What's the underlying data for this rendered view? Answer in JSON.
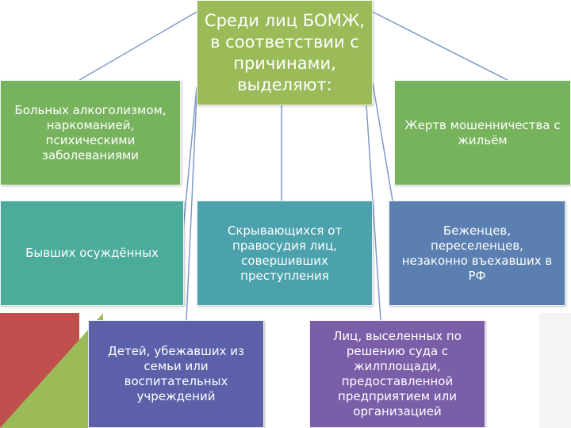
{
  "diagram": {
    "central": {
      "label": "Среди лиц БОМЖ,\nв соответствии с\nпричинами,\nвыделяют:"
    },
    "categories": [
      {
        "id": "alcohol",
        "label": "Больных алкоголизмом,\nнаркоманией,\nпсихическими\nзаболеваниями"
      },
      {
        "id": "fraud",
        "label": "Жертв мошенничества с\nжильём"
      },
      {
        "id": "convicts",
        "label": "Бывших осуждённых"
      },
      {
        "id": "hiding",
        "label": "Скрывающихся от\nправосудия лиц,\nсовершивших\nпреступления"
      },
      {
        "id": "refugees",
        "label": "Беженцев,\nпереселенцев,\nнезаконно въехавших в\nРФ"
      },
      {
        "id": "children",
        "label": "Детей, убежавших из\nсемьи или\nвоспитательных\nучреждений"
      },
      {
        "id": "evicted",
        "label": "Лиц, выселенных по\nрешению суда с\nжилплощади,\nпредоставленной\nпредприятием или\nорганизацией"
      }
    ]
  },
  "colors": {
    "central": "#9bbb59",
    "green": "#77b35d",
    "teal": "#4bac9b",
    "blue_teal": "#4ba2ac",
    "blue": "#5b7fb0",
    "indigo": "#5b60a8",
    "purple": "#7a5ea8",
    "connector": "#7f9bc6"
  }
}
